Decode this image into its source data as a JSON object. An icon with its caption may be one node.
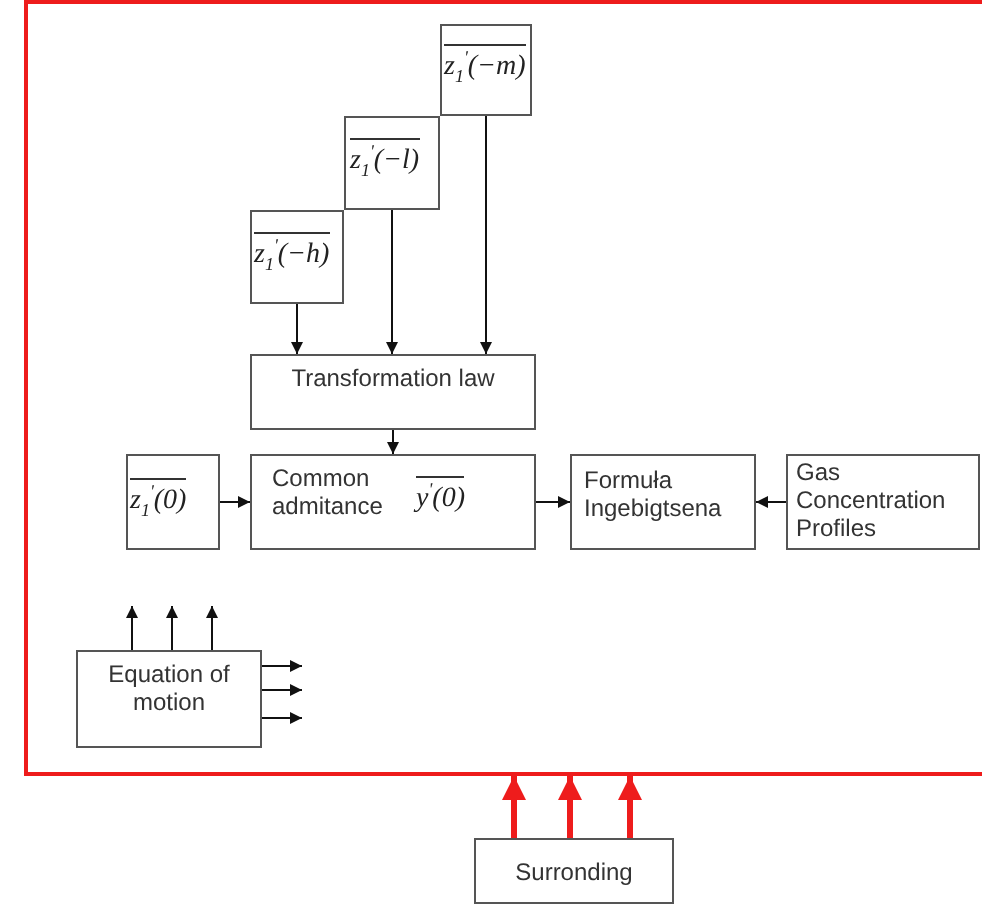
{
  "diagram": {
    "nodes": [
      {
        "text": [],
        "shape": "box"
      },
      {
        "text": [
          "z$_{1}$$^{'}$(−m)"
        ],
        "in": 0
      },
      {
        "text": [
          "z$_{1}$$^{'}$(−l)"
        ],
        "in": 0
      },
      {
        "text": [
          "z$_{1}$$^{'}$(−h)"
        ],
        "in": 0
      },
      {
        "text": [
          "Transformation law"
        ],
        "in": 0
      },
      {
        "text": [
          "z$_{1}$$^{'}$(0)"
        ],
        "in": 0
      },
      {
        "text": [
          "Common admitance",
          "y$^{'}$(0)"
        ],
        "in": 0
      },
      {
        "text": [
          "Formuła Ingebigtsena"
        ],
        "in": 0
      },
      {
        "text": [
          "Gas Concentration Profiles"
        ],
        "in": 0
      },
      {
        "text": [
          "Equation of motion"
        ],
        "in": 0
      },
      {
        "text": [
          "Surronding"
        ]
      }
    ],
    "edges": [
      {
        "from": 1,
        "to": 4,
        "arrow": "to"
      },
      {
        "from": 2,
        "to": 4,
        "arrow": "to"
      },
      {
        "from": 3,
        "to": 4,
        "arrow": "to"
      },
      {
        "from": 4,
        "to": 6,
        "arrow": "to"
      },
      {
        "from": 5,
        "to": 6,
        "arrow": "to"
      },
      {
        "from": 6,
        "to": 7,
        "arrow": "to"
      },
      {
        "from": 8,
        "to": 7,
        "arrow": "to"
      },
      {
        "from": 9,
        "to": null,
        "arrow": "to"
      },
      {
        "from": 9,
        "to": null,
        "arrow": "to"
      },
      {
        "from": 9,
        "to": null,
        "arrow": "to"
      },
      {
        "from": 9,
        "to": null,
        "arrow": "to"
      },
      {
        "from": 9,
        "to": null,
        "arrow": "to"
      },
      {
        "from": 9,
        "to": null,
        "arrow": "to"
      },
      {
        "from": 10,
        "to": 0,
        "arrow": "to",
        "style": "thick",
        "color": "#ee1c1c"
      },
      {
        "from": 10,
        "to": 0,
        "arrow": "to",
        "style": "thick",
        "color": "#ee1c1c"
      },
      {
        "from": 10,
        "to": 0,
        "arrow": "to",
        "style": "thick",
        "color": "#ee1c1c"
      }
    ]
  }
}
